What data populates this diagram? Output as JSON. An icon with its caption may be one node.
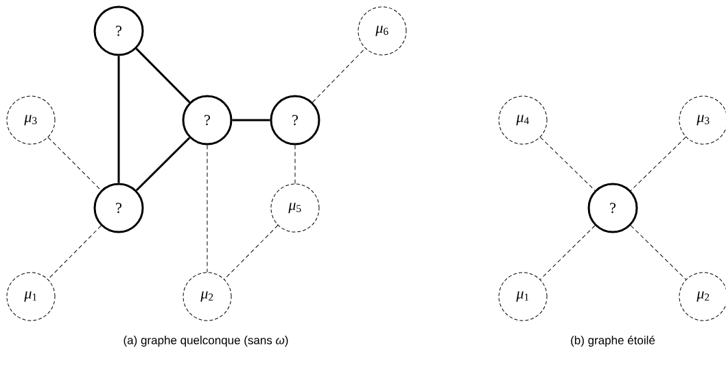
{
  "diagram": {
    "nodes": [
      {
        "text": [
          "?"
        ]
      },
      {
        "text": [
          "*μ*$_{6}$"
        ]
      },
      {
        "text": [
          "*μ*$_{3}$"
        ]
      },
      {
        "text": [
          "?"
        ]
      },
      {
        "text": [
          "?"
        ]
      },
      {
        "text": [
          "*μ*$_{4}$"
        ]
      },
      {
        "text": [
          "*μ*$_{3}$"
        ]
      },
      {
        "text": [
          "?"
        ]
      },
      {
        "text": [
          "*μ*$_{5}$"
        ]
      },
      {
        "text": [
          "?"
        ]
      },
      {
        "text": [
          "*μ*$_{1}$"
        ]
      },
      {
        "text": [
          "*μ*$_{2}$"
        ]
      },
      {
        "text": [
          "*μ*$_{1}$"
        ]
      },
      {
        "text": [
          "*μ*$_{2}$"
        ]
      }
    ],
    "edges": [
      {
        "from": 0,
        "to": 7,
        "arrow": "none",
        "style": "thick"
      },
      {
        "from": 0,
        "to": 3,
        "arrow": "none",
        "style": "thick"
      },
      {
        "from": 3,
        "to": 7,
        "arrow": "none",
        "style": "thick"
      },
      {
        "from": 3,
        "to": 4,
        "arrow": "none",
        "style": "thick"
      },
      {
        "from": 2,
        "to": 7,
        "arrow": "none",
        "style": "dashed"
      },
      {
        "from": 7,
        "to": 10,
        "arrow": "none",
        "style": "dashed"
      },
      {
        "from": 3,
        "to": 11,
        "arrow": "none",
        "style": "dashed"
      },
      {
        "from": 4,
        "to": 8,
        "arrow": "none",
        "style": "dashed"
      },
      {
        "from": 8,
        "to": 11,
        "arrow": "none",
        "style": "dashed"
      },
      {
        "from": 4,
        "to": 1,
        "arrow": "none",
        "style": "dashed"
      },
      {
        "from": 5,
        "to": 9,
        "arrow": "none",
        "style": "dashed"
      },
      {
        "from": 6,
        "to": 9,
        "arrow": "none",
        "style": "dashed"
      },
      {
        "from": 9,
        "to": 12,
        "arrow": "none",
        "style": "dashed"
      },
      {
        "from": 9,
        "to": 13,
        "arrow": "none",
        "style": "dashed"
      }
    ],
    "labels": [
      "(a) graphe quelconque (sans *ω*)",
      "(b) graphe étoilé"
    ]
  }
}
